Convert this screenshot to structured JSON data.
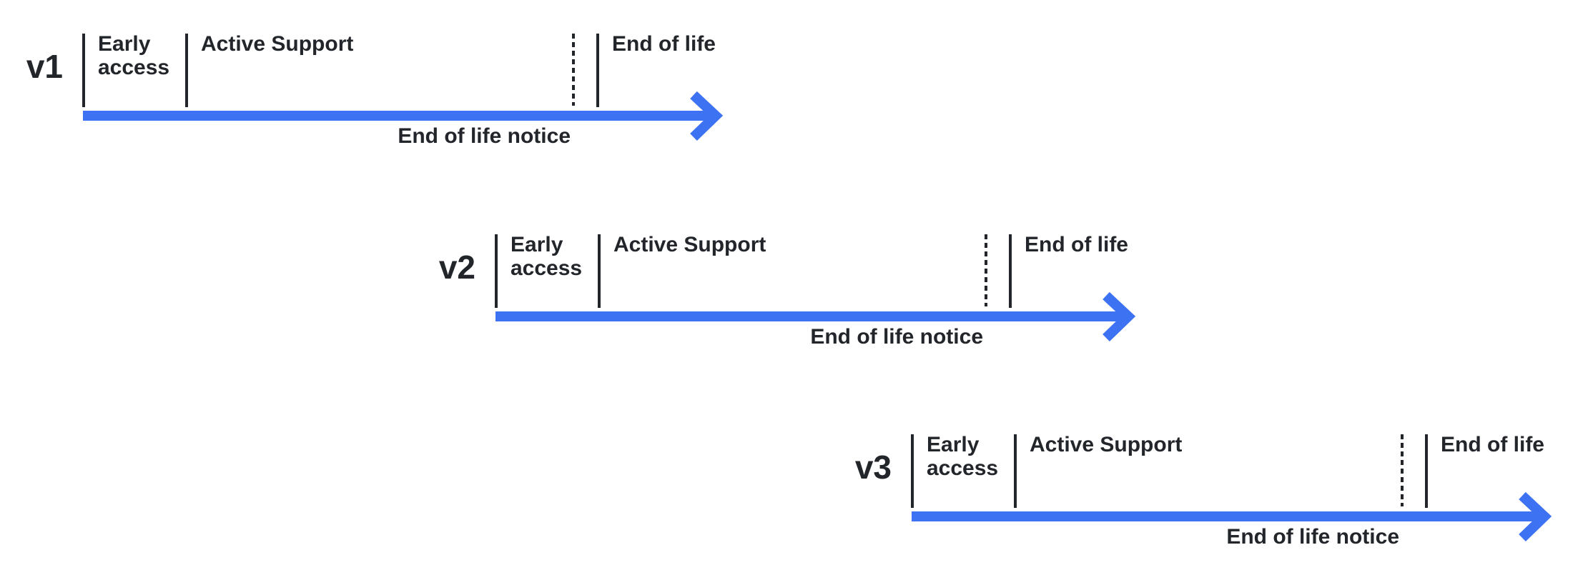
{
  "page": {
    "background": "#ffffff",
    "accent_blue": "#3D72F2",
    "ink": "#22262B"
  },
  "timelines": [
    {
      "version_label": "v1",
      "phases": {
        "early_access": "Early access",
        "active_support": "Active Support",
        "end_of_life": "End of life"
      },
      "notice_label": "End of life notice"
    },
    {
      "version_label": "v2",
      "phases": {
        "early_access": "Early access",
        "active_support": "Active Support",
        "end_of_life": "End of life"
      },
      "notice_label": "End of life notice"
    },
    {
      "version_label": "v3",
      "phases": {
        "early_access": "Early access",
        "active_support": "Active Support",
        "end_of_life": "End of life"
      },
      "notice_label": "End of life notice"
    }
  ]
}
